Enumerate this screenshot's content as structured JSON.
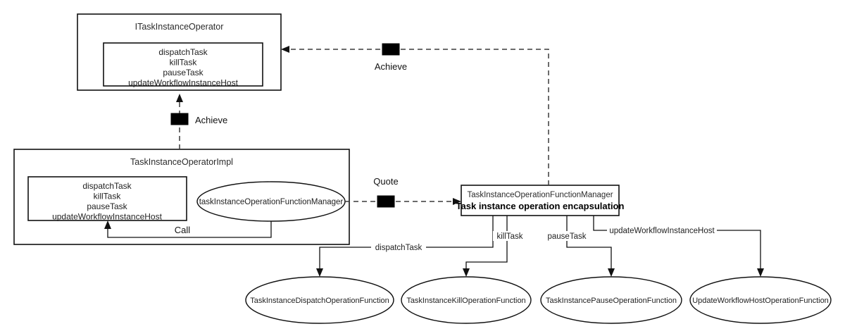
{
  "diagram": {
    "type": "uml-class-diagram",
    "background": "#ffffff",
    "stroke_color": "#111111",
    "marker_color": "#000000"
  },
  "nodes": {
    "interface_box": {
      "title": "ITaskInstanceOperator",
      "members": [
        "dispatchTask",
        "killTask",
        "pauseTask",
        "updateWorkflowInstanceHost"
      ]
    },
    "impl_box": {
      "title": "TaskInstanceOperatorImpl",
      "members": [
        "dispatchTask",
        "killTask",
        "pauseTask",
        "updateWorkflowInstanceHost"
      ],
      "field_ellipse": "taskInstanceOperationFunctionManager"
    },
    "manager_box": {
      "title": "TaskInstanceOperationFunctionManager",
      "subtitle": "Task instance operation encapsulation"
    },
    "functions": [
      {
        "label": "TaskInstanceDispatchOperationFunction"
      },
      {
        "label": "TaskInstanceKillOperationFunction"
      },
      {
        "label": "TaskInstancePauseOperationFunction"
      },
      {
        "label": "UpdateWorkflowHostOperationFunction"
      }
    ]
  },
  "edges": {
    "achieve_top": "Achieve",
    "achieve_left": "Achieve",
    "quote": "Quote",
    "call": "Call",
    "dispatch": "dispatchTask",
    "kill": "killTask",
    "pause": "pauseTask",
    "update": "updateWorkflowInstanceHost"
  }
}
